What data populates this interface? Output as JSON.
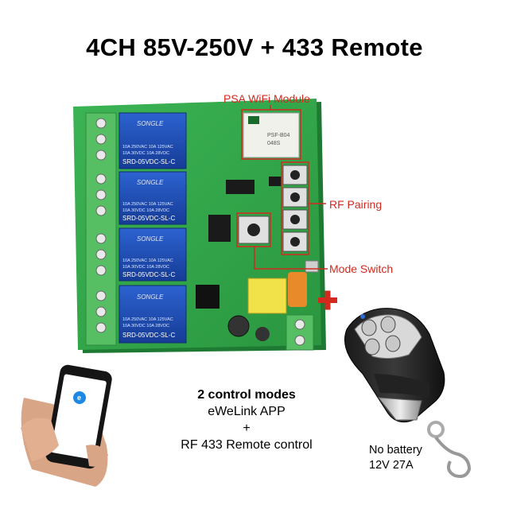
{
  "title": "4CH 85V-250V + 433 Remote",
  "callouts": {
    "wifi_module": "PSA WiFi Module",
    "rf_pairing": "RF Pairing",
    "mode_switch": "Mode Switch"
  },
  "plus_symbol": "+",
  "relay_label": {
    "brand": "SONGLE",
    "line1": "10A 250VAC  10A 125VAC",
    "line2": "10A 30VDC   10A 28VDC",
    "model": "SRD-05VDC-SL-C"
  },
  "wifi_chip_text": "PSF-B04",
  "modes": {
    "heading": "2 control modes",
    "line1": "eWeLink APP",
    "plus": "+",
    "line2": "RF 433 Remote control"
  },
  "battery": {
    "line1": "No battery",
    "line2": "12V 27A"
  },
  "colors": {
    "board": "#2fa64a",
    "board_edge": "#1e7a33",
    "relay": "#1f4fb8",
    "terminal": "#4db35a",
    "callout": "#d22a1f"
  }
}
